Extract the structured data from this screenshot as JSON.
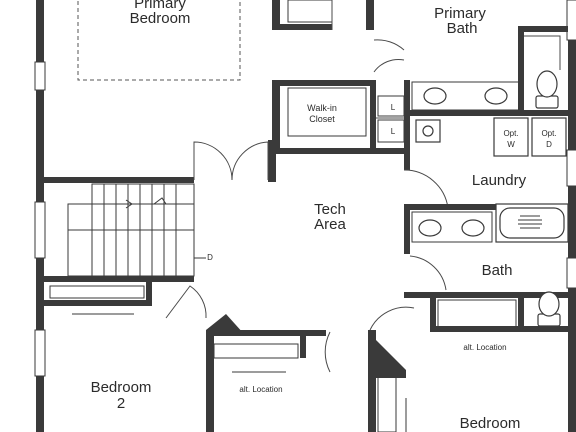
{
  "rooms": {
    "primary_bedroom": [
      "Primary",
      "Bedroom"
    ],
    "primary_bath": [
      "Primary",
      "Bath"
    ],
    "walk_in_closet": [
      "Walk-in",
      "Closet"
    ],
    "tech_area": [
      "Tech",
      "Area"
    ],
    "laundry": "Laundry",
    "bath": "Bath",
    "bedroom_2": [
      "Bedroom",
      "2"
    ],
    "bedroom_3": "Bedroom"
  },
  "labels": {
    "linen_1": "L",
    "linen_2": "L",
    "opt_washer": [
      "Opt.",
      "W"
    ],
    "opt_dryer": [
      "Opt.",
      "D"
    ],
    "stair_down": "D",
    "alt_location_1": "alt. Location",
    "alt_location_2": "alt. Location"
  }
}
